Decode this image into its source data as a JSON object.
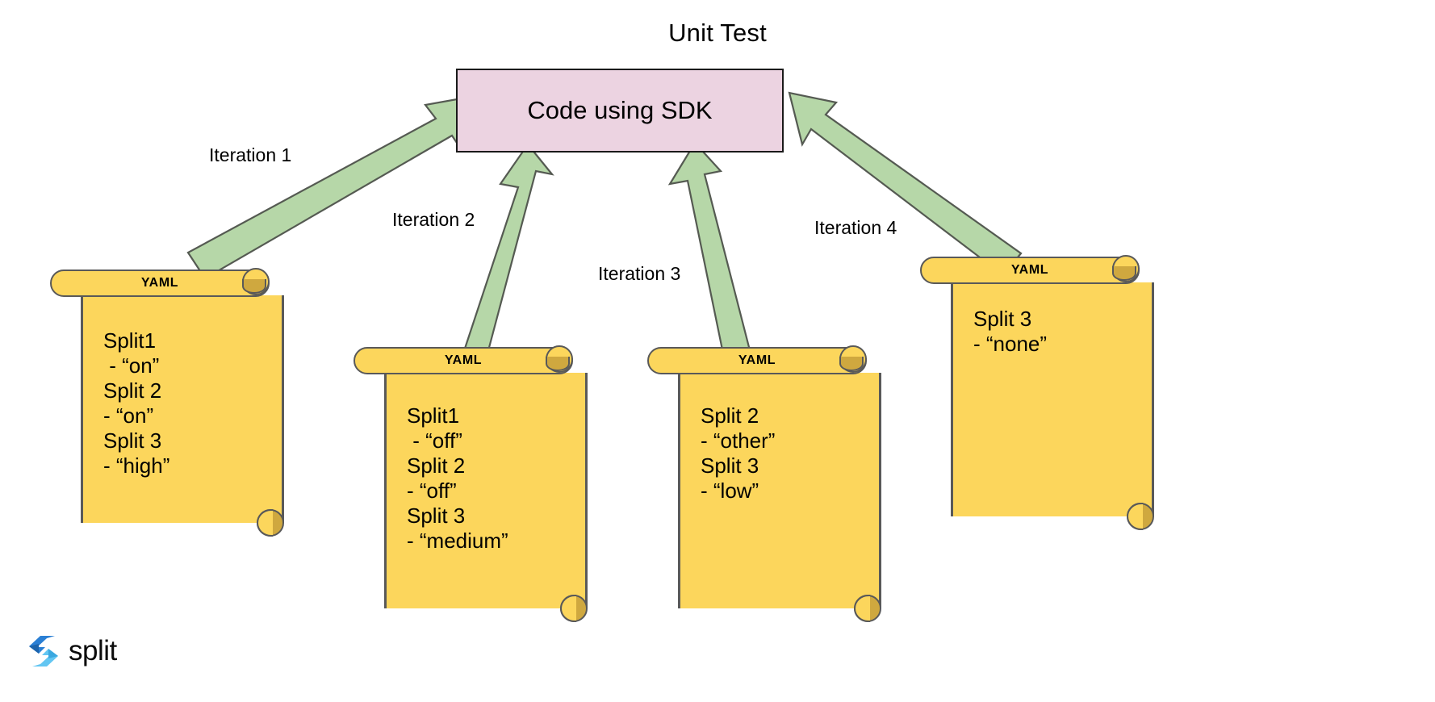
{
  "diagram": {
    "title": "Unit Test",
    "central_node": {
      "label": "Code using SDK",
      "fill_color": "#ecd3e1",
      "border_color": "#1a1a1a"
    },
    "arrow_color": "#b6d7a8",
    "arrow_border_color": "#555a52",
    "scroll_fill_color": "#fcd65c",
    "scroll_border_color": "#595959",
    "scroll_curl_color": "#cfa83f"
  },
  "iterations": [
    {
      "label": "Iteration 1"
    },
    {
      "label": "Iteration 2"
    },
    {
      "label": "Iteration 3"
    },
    {
      "label": "Iteration 4"
    }
  ],
  "yaml_documents": [
    {
      "header": "YAML",
      "lines": [
        "Split1",
        " - “on”",
        "Split 2",
        "- “on”",
        "Split 3",
        "- “high”"
      ],
      "text": "Split1\n - “on”\nSplit 2\n- “on”\nSplit 3\n- “high”"
    },
    {
      "header": "YAML",
      "lines": [
        "Split1",
        " - “off”",
        "Split 2",
        "- “off”",
        "Split 3",
        "- “medium”"
      ],
      "text": "Split1\n - “off”\nSplit 2\n- “off”\nSplit 3\n- “medium”"
    },
    {
      "header": "YAML",
      "lines": [
        "Split 2",
        "- “other”",
        "Split 3",
        "- “low”"
      ],
      "text": "Split 2\n- “other”\nSplit 3\n- “low”"
    },
    {
      "header": "YAML",
      "lines": [
        "Split 3",
        "- “none”"
      ],
      "text": "Split 3\n- “none”"
    }
  ],
  "logo": {
    "wordmark": "split",
    "mark_color_dark": "#2a7fd4",
    "mark_color_light": "#63c6f2"
  }
}
